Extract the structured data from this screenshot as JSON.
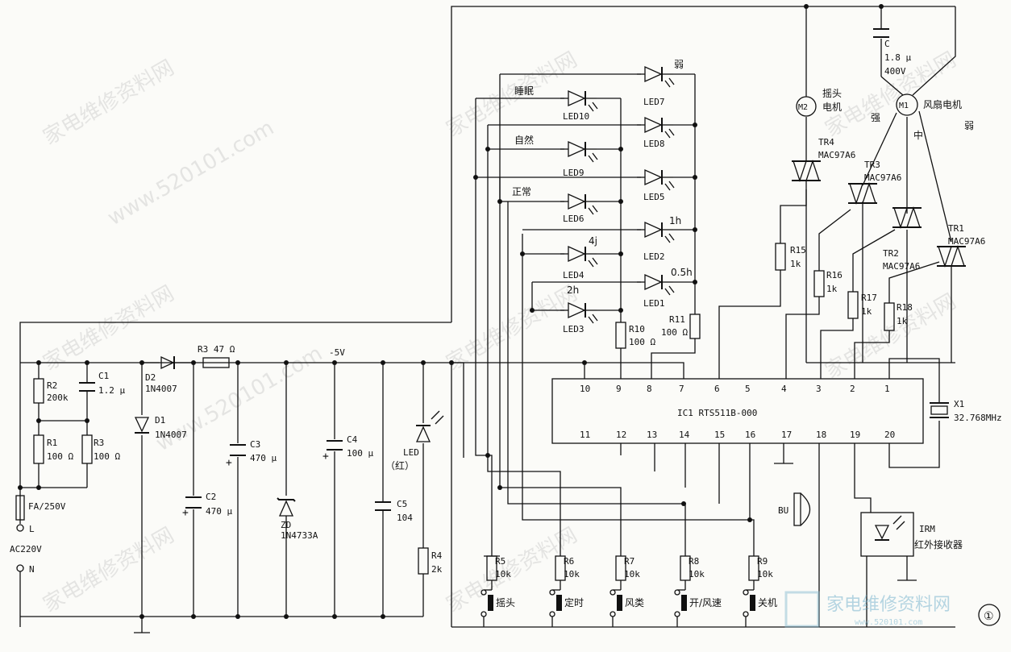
{
  "components": {
    "R1": [
      "R1",
      "100 Ω"
    ],
    "R2": [
      "R2",
      "200k"
    ],
    "R3a": [
      "R3",
      "100 Ω"
    ],
    "R3b": [
      "R3  47 Ω"
    ],
    "C1": [
      "C1",
      "1.2 μ"
    ],
    "D1": [
      "D1",
      "1N4007"
    ],
    "D2": [
      "D2",
      "1N4007"
    ],
    "C2": [
      "C2",
      "470 μ"
    ],
    "C3": [
      "C3",
      "470 μ"
    ],
    "ZD": [
      "ZD",
      "1N4733A"
    ],
    "C4": [
      "C4",
      "100 μ"
    ],
    "C5": [
      "C5",
      "104"
    ],
    "R4": [
      "R4",
      "2k"
    ],
    "LED": [
      "LED",
      "（红）"
    ],
    "FA": [
      "FA/250V"
    ],
    "R5": [
      "R5",
      "10k"
    ],
    "R6": [
      "R6",
      "10k"
    ],
    "R7": [
      "R7",
      "10k"
    ],
    "R8": [
      "R8",
      "10k"
    ],
    "R9": [
      "R9",
      "10k"
    ],
    "R10": [
      "R10",
      "100 Ω"
    ],
    "R11": [
      "R11",
      "100 Ω"
    ],
    "R15": [
      "R15",
      "1k"
    ],
    "R16": [
      "R16",
      "1k"
    ],
    "R17": [
      "R17",
      "1k"
    ],
    "R18": [
      "R18",
      "1k"
    ],
    "TR1": [
      "TR1",
      "MAC97A6"
    ],
    "TR2": [
      "TR2",
      "MAC97A6"
    ],
    "TR3": [
      "TR3",
      "MAC97A6"
    ],
    "TR4": [
      "TR4",
      "MAC97A6"
    ],
    "C": [
      "C",
      "1.8 μ",
      "400V"
    ],
    "M1": [
      "M1",
      "风扇电机"
    ],
    "M2": [
      "M2",
      "摇头",
      "电机"
    ],
    "X1": [
      "X1",
      "32.768MHz"
    ],
    "BU": [
      "BU"
    ],
    "IRM": [
      "IRM",
      "红外接收器"
    ]
  },
  "ic": {
    "name": "IC1  RTS511B-000",
    "top_pins": [
      "10",
      "9",
      "8",
      "7",
      "6",
      "5",
      "4",
      "3",
      "2",
      "1"
    ],
    "bottom_pins": [
      "11",
      "12",
      "13",
      "14",
      "15",
      "16",
      "17",
      "18",
      "19",
      "20"
    ]
  },
  "leds": [
    {
      "name": "LED7",
      "label": "弱"
    },
    {
      "name": "LED10",
      "label": "睡眠"
    },
    {
      "name": "LED8",
      "label": ""
    },
    {
      "name": "LED9",
      "label": "自然"
    },
    {
      "name": "LED5",
      "label": ""
    },
    {
      "name": "LED6",
      "label": "正常"
    },
    {
      "name": "LED2",
      "label": "1h"
    },
    {
      "name": "LED4",
      "label": "4j"
    },
    {
      "name": "LED1",
      "label": "0.5h"
    },
    {
      "name": "LED3",
      "label": "2h"
    }
  ],
  "buttons": [
    "摇头",
    "定时",
    "风类",
    "开/风速",
    "关机"
  ],
  "motor_speed_labels": [
    "强",
    "中",
    "弱"
  ],
  "net_labels": {
    "supply": "-5V",
    "ac": "AC220V",
    "line": "L",
    "neutral": "N"
  },
  "figure_number": "①",
  "watermarks": {
    "cn": "家电维修资料网",
    "url": "www.520101.com",
    "logo": "家电维修资料网",
    "logo_url": "www.520101.com"
  }
}
